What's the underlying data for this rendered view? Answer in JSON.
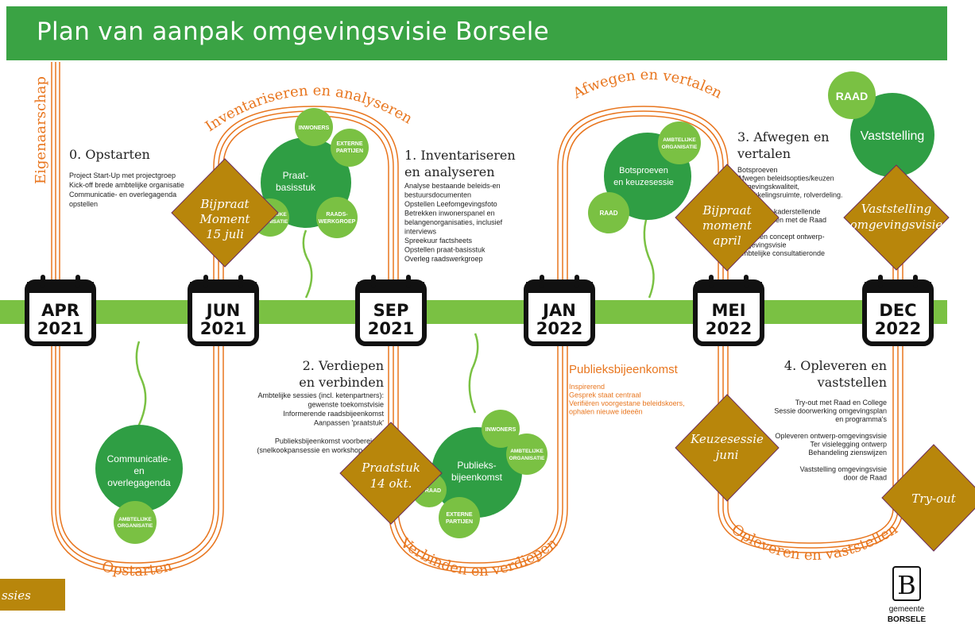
{
  "title": "Plan van aanpak omgevingsvisie Borsele",
  "colors": {
    "banner_green": "#3aa344",
    "timeline_green": "#7ac143",
    "orange": "#e8761f",
    "diamond_gold": "#b8860b",
    "bubble_dark": "#2f9e44",
    "bubble_light": "#7ac143"
  },
  "side_label": "Eigenaarschap",
  "arc_labels": [
    "Opstarten",
    "Inventariseren en analyseren",
    "Verbinden en verdiepen",
    "Afwegen en vertalen",
    "Opleveren en vaststellen"
  ],
  "calendars": [
    {
      "month": "APR",
      "year": "2021"
    },
    {
      "month": "JUN",
      "year": "2021"
    },
    {
      "month": "SEP",
      "year": "2021"
    },
    {
      "month": "JAN",
      "year": "2022"
    },
    {
      "month": "MEI",
      "year": "2022"
    },
    {
      "month": "DEC",
      "year": "2022"
    }
  ],
  "sections": {
    "s0": {
      "title": "0. Opstarten",
      "lines": [
        "Project Start-Up met projectgroep",
        "Kick-off brede ambtelijke organisatie",
        "Communicatie- en overlegagenda",
        "opstellen"
      ]
    },
    "s1": {
      "title_lines": [
        "1. Inventariseren",
        "en analyseren"
      ],
      "lines": [
        "Analyse bestaande beleids-en",
        "bestuursdocumenten",
        "Opstellen Leefomgevingsfoto",
        "Betrekken inwonerspanel en",
        "belangenorganisaties, inclusief",
        "interviews",
        "Spreekuur factsheets",
        "Opstellen praat-basisstuk",
        "Overleg raadswerkgroep"
      ]
    },
    "s2": {
      "title_lines": [
        "2. Verdiepen",
        "en verbinden"
      ],
      "lines": [
        "Ambtelijke sessies (incl. ketenpartners):",
        "gewenste toekomstvisie",
        "Informerende raadsbijeenkomst",
        "Aanpassen 'praatstuk'",
        "",
        "Publieksbijeenkomst voorbereiden",
        "(snelkookpansessie en workshop tafels)"
      ]
    },
    "s3": {
      "title_lines": [
        "3. Afwegen en",
        "vertalen"
      ],
      "lines": [
        "Botsproeven",
        "Afwegen beleidsopties/keuzen",
        "omgevingskwaliteit,",
        "ontwikkelingsruimte, rolverdeling.",
        "",
        "Vaststellen kaderstellende",
        "keuzes samen met de Raad",
        "",
        "Opstellen concept ontwerp-",
        "omgevingsvisie",
        "Ambtelijke consultatieronde"
      ]
    },
    "s4": {
      "title_lines": [
        "4. Opleveren en",
        "vaststellen"
      ],
      "lines": [
        "Try-out met Raad en College",
        "Sessie doorwerking omgevingsplan",
        "en programma's",
        "",
        "Opleveren ontwerp-omgevingsvisie",
        "Ter visielegging ontwerp",
        "Behandeling zienswijzen",
        "",
        "Vaststelling omgevingsvisie",
        "door de Raad"
      ]
    },
    "pub": {
      "title": "Publieksbijeenkomst",
      "lines": [
        "Inspirerend",
        "Gesprek staat centraal",
        "Verifiëren voorgestane beleidskoers,",
        "ophalen nieuwe ideeën"
      ]
    }
  },
  "bubbles": {
    "comm_main": [
      "Communicatie-",
      "en",
      "overlegagenda"
    ],
    "comm_small": [
      "AMBTELIJKE",
      "ORGANISATIE"
    ],
    "praat_main": [
      "Praat-",
      "basisstuk"
    ],
    "praat_inwoners": "INWONERS",
    "praat_externe": [
      "EXTERNE",
      "PARTIJEN"
    ],
    "praat_raads": [
      "RAADS-",
      "WERKGROEP"
    ],
    "praat_ambt": [
      "AMBTELIJKE",
      "ORGANISATIE"
    ],
    "pub_main": [
      "Publieks-",
      "bijeenkomst"
    ],
    "pub_inwoners": "INWONERS",
    "pub_ambt": [
      "AMBTELIJKE",
      "ORGANISATIE"
    ],
    "pub_externe": [
      "EXTERNE",
      "PARTIJEN"
    ],
    "pub_raad": "RAAD",
    "bots_main": [
      "Botsproeven",
      "en keuzesessie"
    ],
    "bots_ambt": [
      "AMBTELIJKE",
      "ORGANISATIE"
    ],
    "bots_raad": "RAAD",
    "vast_main": "Vaststelling",
    "vast_raad": "RAAD"
  },
  "diamonds": {
    "bijpraat1": [
      "Bijpraat",
      "Moment",
      "15 juli"
    ],
    "bijpraat2": [
      "Bijpraat",
      "moment",
      "april"
    ],
    "vaststelling": [
      "Vaststelling",
      "omgevingsvisie"
    ],
    "praatstuk": [
      "Praatstuk",
      "14 okt."
    ],
    "keuzesessie": [
      "Keuzesessie",
      "juni"
    ],
    "tryout": "Try-out"
  },
  "legend": "ssies",
  "logo": {
    "lines": [
      "gemeente",
      "BORSELE"
    ],
    "letter": "B"
  }
}
